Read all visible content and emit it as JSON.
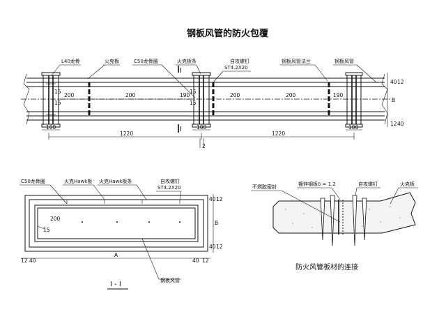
{
  "title": "钢板风管的防火包覆",
  "elevation": {
    "labels": {
      "keel_l40": "L40龙骨",
      "fireboard": "火克板",
      "c50_ring": "C50龙骨圈",
      "fire_strip": "火克板条",
      "screw": "自攻螺钉",
      "screw_spec": "ST4.2X20",
      "duct_flange": "钢板风管法兰",
      "steel_duct": "钢板风管"
    },
    "section_mark": "I",
    "dims": {
      "d100a": "100",
      "d100b": "100",
      "d100c": "100",
      "d200a": "200",
      "d200b": "200",
      "d200c": "200",
      "d200d": "200",
      "d190a": "190",
      "d190b": "190",
      "d15a": "15",
      "d15b": "15",
      "d15c": "15",
      "d15d": "15",
      "d1220a": "1220",
      "d1220b": "1220",
      "d2": "2",
      "right_40": "40",
      "right_12": "12",
      "right_b": "B",
      "right_12b": "12",
      "right_40b": "40"
    }
  },
  "section": {
    "labels": {
      "c50_ring": "C50龙骨圈",
      "hawk_board": "火克Hawk板",
      "hawk_strip": "火克Hawk板条",
      "screw": "自攻螺钉",
      "screw_spec": "ST4.2X20",
      "steel_duct": "钢板风管"
    },
    "dims": {
      "d200": "200",
      "d15": "15",
      "a": "A",
      "b": "B",
      "l12": "12",
      "l40": "40",
      "r40": "40",
      "r12": "12",
      "t40": "40",
      "t12": "12",
      "b12": "12",
      "b40": "40"
    },
    "caption": "I - I"
  },
  "detail": {
    "labels": {
      "sealant": "不燃胶密封",
      "galv_plate": "镀锌钢板δ = 1.2",
      "screw": "自攻螺钉",
      "fireboard": "火克板"
    },
    "caption": "防火风管板材的连接"
  }
}
